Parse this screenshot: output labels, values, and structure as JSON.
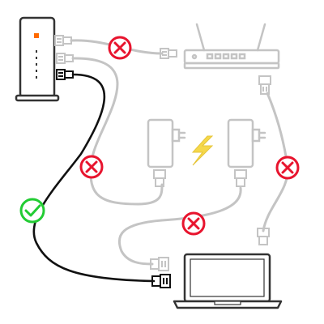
{
  "diagram": {
    "description_items": [
      {
        "name": "modem-box",
        "state": "shown"
      },
      {
        "name": "wifi-router",
        "state": "shown"
      },
      {
        "name": "powerline-adapter-left",
        "state": "shown"
      },
      {
        "name": "powerline-adapter-right",
        "state": "shown"
      },
      {
        "name": "laptop",
        "state": "shown"
      }
    ],
    "connections": [
      {
        "name": "modem-to-router",
        "status": "incorrect",
        "icon": "red-x-icon"
      },
      {
        "name": "modem-to-left-adapter",
        "status": "incorrect",
        "icon": "red-x-icon"
      },
      {
        "name": "router-to-laptop",
        "status": "incorrect",
        "icon": "red-x-icon"
      },
      {
        "name": "right-adapter-to-laptop",
        "status": "incorrect",
        "icon": "red-x-icon"
      },
      {
        "name": "modem-to-laptop-direct",
        "status": "correct",
        "icon": "green-check-icon"
      }
    ],
    "colors": {
      "wrong": "#e8142e",
      "right": "#22cc33",
      "device_stroke": "#333333",
      "faded_stroke": "#bdbdbd",
      "accent_led": "#ff6a00",
      "lightning": "#f5d84a"
    }
  }
}
